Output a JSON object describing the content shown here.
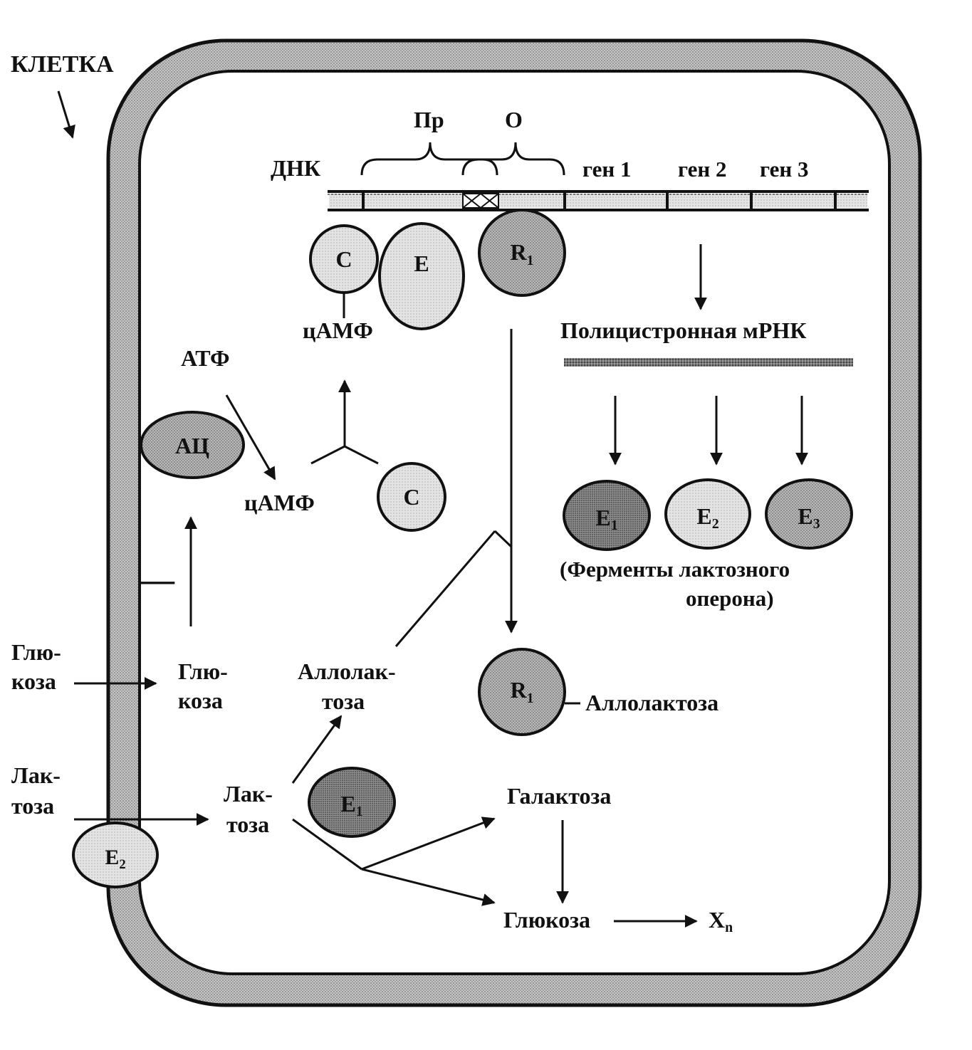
{
  "labels": {
    "cell": "КЛЕТКА",
    "dna": "ДНК",
    "promoter": "Пр",
    "operator": "О",
    "gene1": "ген 1",
    "gene2": "ген 2",
    "gene3": "ген 3",
    "camp_top": "цАМФ",
    "camp_mid": "цАМФ",
    "atp": "АТФ",
    "adenylate_cyclase": "АЦ",
    "mrna": "Полицистронная мРНК",
    "enzymes_line1": "(Ферменты лактозного",
    "enzymes_line2": "оперона)",
    "glucose_out_1": "Глю-",
    "glucose_out_2": "коза",
    "glucose_in_1": "Глю-",
    "glucose_in_2": "коза",
    "lactose_out_1": "Лак-",
    "lactose_out_2": "тоза",
    "lactose_in_1": "Лак-",
    "lactose_in_2": "тоза",
    "allolactose_1": "Аллолак-",
    "allolactose_2": "тоза",
    "allolactose_bound": "Аллолактоза",
    "galactose": "Галактоза",
    "glucose_product": "Глюкоза",
    "xn_base": "X",
    "xn_sub": "n",
    "inhibit_sign": "—"
  },
  "molecules": {
    "c_top": "С",
    "e_top": "Е",
    "r1_top_base": "R",
    "r1_top_sub": "1",
    "c_mid": "С",
    "e1_base": "E",
    "e1_sub": "1",
    "e2_base": "E",
    "e2_sub": "2",
    "e3_base": "E",
    "e3_sub": "3",
    "r1_bottom_base": "R",
    "r1_bottom_sub": "1",
    "e1_lower_base": "E",
    "e1_lower_sub": "1",
    "e2_membrane_base": "E",
    "e2_membrane_sub": "2"
  },
  "colors": {
    "membrane": "#b9b9b9",
    "light_protein": "#e2e2e2",
    "mid_protein": "#b4b4b4",
    "dark_protein": "#8d8d8d",
    "ink": "#111111"
  }
}
